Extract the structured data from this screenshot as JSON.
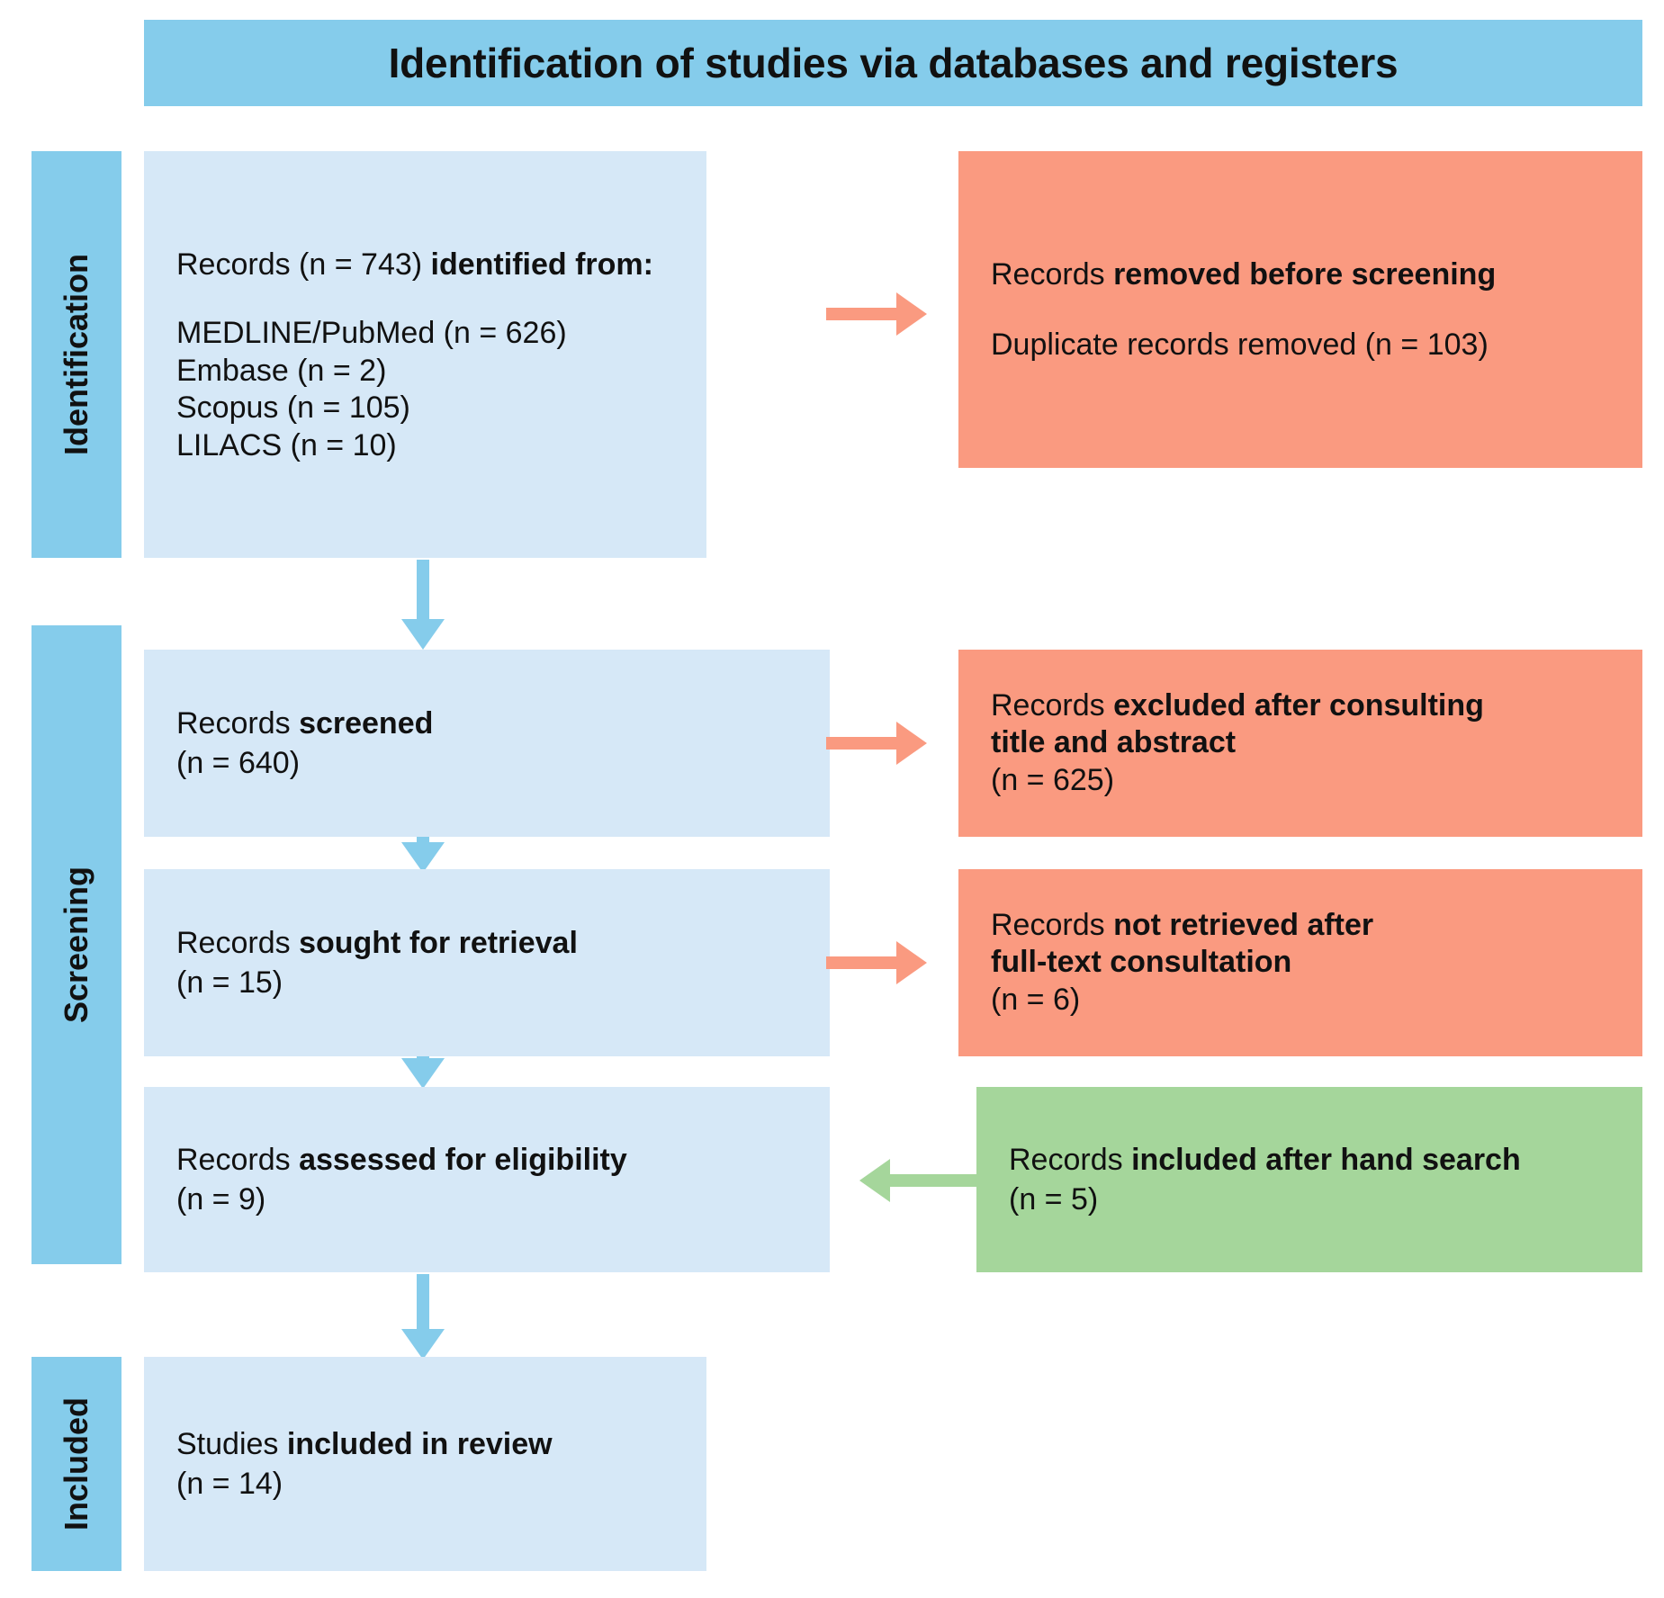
{
  "header": {
    "title": "Identification of studies via databases and registers",
    "bg_color": "#85CCEB"
  },
  "colors": {
    "band_blue": "#85CCEB",
    "box_light_blue": "#D6E8F7",
    "box_salmon": "#FA9A80",
    "box_green": "#A5D69B",
    "text": "#111111"
  },
  "stages": [
    {
      "key": "identification",
      "label": "Identification"
    },
    {
      "key": "screening",
      "label": "Screening"
    },
    {
      "key": "included",
      "label": "Included"
    }
  ],
  "boxes": {
    "records_identified": {
      "line1_normal": "Records (n = 743) ",
      "line1_bold": "identified from:",
      "sources": [
        "MEDLINE/PubMed (n = 626)",
        "Embase (n = 2)",
        "Scopus (n = 105)",
        "LILACS (n = 10)"
      ]
    },
    "records_removed": {
      "line1_normal": "Records ",
      "line1_bold": "removed before screening",
      "line2": "Duplicate records removed (n = 103)"
    },
    "records_screened": {
      "line1_normal": "Records ",
      "line1_bold": "screened",
      "line2": "(n = 640)"
    },
    "records_excluded": {
      "line1_normal": "Records ",
      "line1_bold": "excluded after consulting",
      "line2_bold": "title and abstract",
      "line3": "(n = 625)"
    },
    "records_sought": {
      "line1_normal": "Records ",
      "line1_bold": "sought for retrieval",
      "line2": "(n = 15)"
    },
    "records_not_retrieved": {
      "line1_normal": "Records ",
      "line1_bold": "not retrieved after",
      "line2_bold": "full-text consultation",
      "line3": "(n = 6)"
    },
    "records_assessed": {
      "line1_normal": "Records ",
      "line1_bold": "assessed for eligibility",
      "line2": "(n = 9)"
    },
    "records_hand_search": {
      "line1_normal": "Records ",
      "line1_bold": "included after hand search",
      "line2": "(n = 5)"
    },
    "studies_included": {
      "line1_normal": "Studies ",
      "line1_bold": "included in review",
      "line2": "(n = 14)"
    }
  },
  "chart_data": {
    "type": "diagram",
    "title": "Identification of studies via databases and registers",
    "nodes": [
      {
        "id": "records_identified",
        "stage": "Identification",
        "label": "Records identified from",
        "n": 743,
        "breakdown": [
          {
            "source": "MEDLINE/PubMed",
            "n": 626
          },
          {
            "source": "Embase",
            "n": 2
          },
          {
            "source": "Scopus",
            "n": 105
          },
          {
            "source": "LILACS",
            "n": 10
          }
        ]
      },
      {
        "id": "records_removed",
        "stage": "Identification",
        "label": "Records removed before screening - Duplicate records removed",
        "n": 103
      },
      {
        "id": "records_screened",
        "stage": "Screening",
        "label": "Records screened",
        "n": 640
      },
      {
        "id": "records_excluded",
        "stage": "Screening",
        "label": "Records excluded after consulting title and abstract",
        "n": 625
      },
      {
        "id": "records_sought",
        "stage": "Screening",
        "label": "Records sought for retrieval",
        "n": 15
      },
      {
        "id": "records_not_retrieved",
        "stage": "Screening",
        "label": "Records not retrieved after full-text consultation",
        "n": 6
      },
      {
        "id": "records_assessed",
        "stage": "Screening",
        "label": "Records assessed for eligibility",
        "n": 9
      },
      {
        "id": "records_hand_search",
        "stage": "Screening",
        "label": "Records included after hand search",
        "n": 5
      },
      {
        "id": "studies_included",
        "stage": "Included",
        "label": "Studies included in review",
        "n": 14
      }
    ],
    "edges": [
      {
        "from": "records_identified",
        "to": "records_removed",
        "direction": "right",
        "color": "#FA9A80"
      },
      {
        "from": "records_identified",
        "to": "records_screened",
        "direction": "down",
        "color": "#85CCEB"
      },
      {
        "from": "records_screened",
        "to": "records_excluded",
        "direction": "right",
        "color": "#FA9A80"
      },
      {
        "from": "records_screened",
        "to": "records_sought",
        "direction": "down",
        "color": "#85CCEB"
      },
      {
        "from": "records_sought",
        "to": "records_not_retrieved",
        "direction": "right",
        "color": "#FA9A80"
      },
      {
        "from": "records_sought",
        "to": "records_assessed",
        "direction": "down",
        "color": "#85CCEB"
      },
      {
        "from": "records_hand_search",
        "to": "records_assessed",
        "direction": "left",
        "color": "#A5D69B"
      },
      {
        "from": "records_assessed",
        "to": "studies_included",
        "direction": "down",
        "color": "#85CCEB"
      }
    ]
  }
}
